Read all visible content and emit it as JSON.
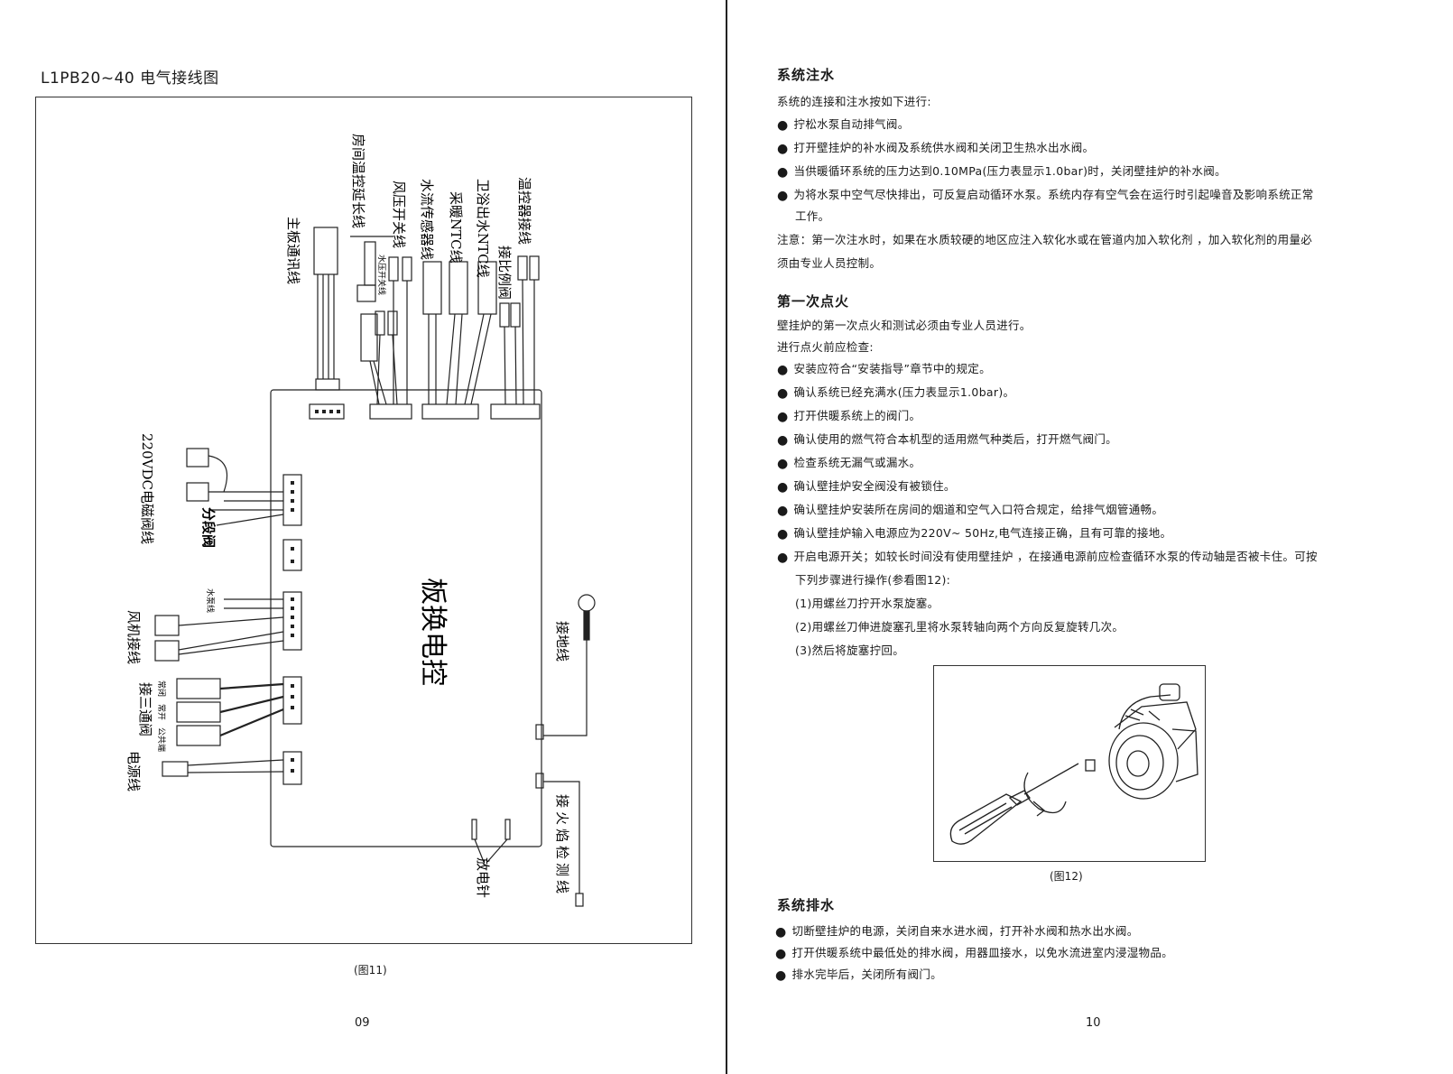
{
  "left_page": {
    "title": "L1PB20~40  电气接线图",
    "caption": "(图11)",
    "page_number": "09",
    "diagram": {
      "board_label": "板换电控",
      "labels_top": [
        "房间温控延长线",
        "主板通讯线",
        "风压开关线",
        "水压开关线",
        "水流传感器线",
        "采暖NTC线",
        "卫浴出水NTC线",
        "接比例阀",
        "温控器接线"
      ],
      "labels_left": [
        "220VDC电磁阀线",
        "分段阀",
        "水泵线",
        "风机接线",
        "接三通阀",
        "电源线"
      ],
      "three_way_small": [
        "常闭",
        "常开",
        "公共端"
      ],
      "labels_right": [
        "接地线",
        "接火焰检测线"
      ],
      "labels_bottom": [
        "放电针"
      ]
    }
  },
  "right_page": {
    "sections": [
      {
        "title": "系统注水",
        "lines": [
          {
            "text": "系统的连接和注水按如下进行:",
            "bullet": false
          },
          {
            "text": "拧松水泵自动排气阀。",
            "bullet": true
          },
          {
            "text": "打开壁挂炉的补水阀及系统供水阀和关闭卫生热水出水阀。",
            "bullet": true
          },
          {
            "text": "当供暖循环系统的压力达到0.10MPa(压力表显示1.0bar)时，关闭壁挂炉的补水阀。",
            "bullet": true
          },
          {
            "text": "为将水泵中空气尽快排出，可反复启动循环水泵。系统内存有空气会在运行时引起噪音及影响系统正常",
            "bullet": true
          },
          {
            "text": "工作。",
            "bullet": false,
            "indent": true
          },
          {
            "text": "注意：第一次注水时，如果在水质较硬的地区应注入软化水或在管道内加入软化剂 ，加入软化剂的用量必",
            "bullet": false
          },
          {
            "text": "须由专业人员控制。",
            "bullet": false
          }
        ]
      },
      {
        "title": "第一次点火",
        "lines": [
          {
            "text": "壁挂炉的第一次点火和测试必须由专业人员进行。",
            "bullet": false
          },
          {
            "text": "进行点火前应检查:",
            "bullet": false
          },
          {
            "text": "安装应符合“安装指导”章节中的规定。",
            "bullet": true
          },
          {
            "text": "确认系统已经充满水(压力表显示1.0bar)。",
            "bullet": true
          },
          {
            "text": "打开供暖系统上的阀门。",
            "bullet": true
          },
          {
            "text": "确认使用的燃气符合本机型的适用燃气种类后，打开燃气阀门。",
            "bullet": true
          },
          {
            "text": "检查系统无漏气或漏水。",
            "bullet": true
          },
          {
            "text": "确认壁挂炉安全阀没有被锁住。",
            "bullet": true
          },
          {
            "text": "确认壁挂炉安装所在房间的烟道和空气入口符合规定，给排气烟管通畅。",
            "bullet": true
          },
          {
            "text": "确认壁挂炉输入电源应为220V~ 50Hz,电气连接正确，且有可靠的接地。",
            "bullet": true
          },
          {
            "text": "开启电源开关；如较长时间没有使用壁挂炉 ，在接通电源前应检查循环水泵的传动轴是否被卡住。可按",
            "bullet": true
          },
          {
            "text": "下列步骤进行操作(参看图12):",
            "bullet": false,
            "indent": true
          },
          {
            "text": "(1)用螺丝刀拧开水泵旋塞。",
            "bullet": false,
            "indent": true
          },
          {
            "text": "(2)用螺丝刀伸进旋塞孔里将水泵转轴向两个方向反复旋转几次。",
            "bullet": false,
            "indent": true
          },
          {
            "text": "(3)然后将旋塞拧回。",
            "bullet": false,
            "indent": true
          }
        ]
      },
      {
        "title": "系统排水",
        "lines": [
          {
            "text": "切断壁挂炉的电源，关闭自来水进水阀，打开补水阀和热水出水阀。",
            "bullet": true
          },
          {
            "text": "打开供暖系统中最低处的排水阀，用器皿接水，以免水流进室内浸湿物品。",
            "bullet": true
          },
          {
            "text": "排水完毕后，关闭所有阀门。",
            "bullet": true
          }
        ]
      }
    ],
    "figure_caption": "(图12)",
    "page_number": "10"
  }
}
